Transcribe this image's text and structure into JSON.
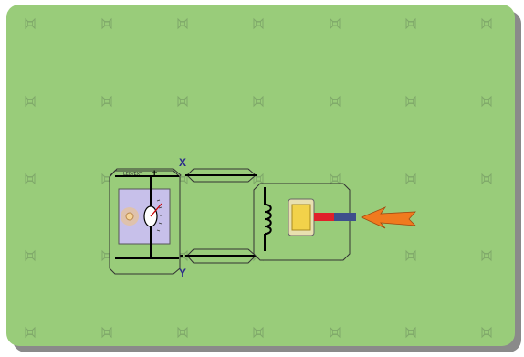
{
  "board": {
    "background_color": "#99cc7a",
    "shadow_color": "#8a8a8a",
    "peg_icon": "peg-slot-icon",
    "peg_rows": 5,
    "peg_cols": 7
  },
  "circuit": {
    "node_x_label": "X",
    "node_y_label": "Y",
    "meter": {
      "label": "LED/EXT",
      "plus_label": "+",
      "face_color": "#c7c0ea",
      "led_color": "#f3c27a"
    },
    "coil": {
      "wire_color": "#222222"
    },
    "magnet": {
      "north_color": "#e0202a",
      "south_color": "#3e4f8c"
    },
    "arrow": {
      "color": "#f07a1e",
      "direction": "left"
    }
  }
}
